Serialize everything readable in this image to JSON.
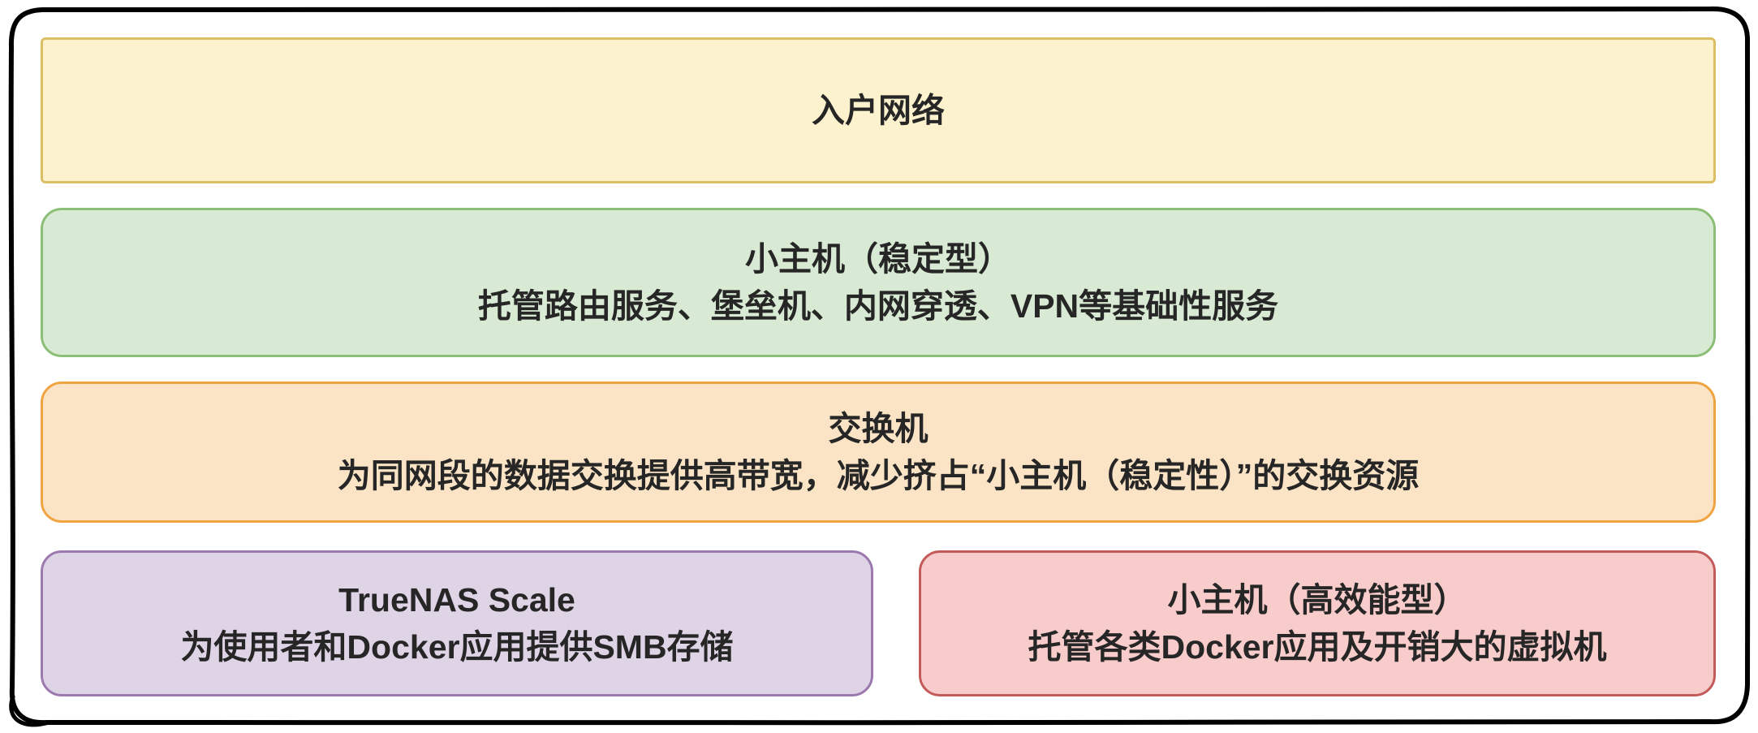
{
  "frame": {
    "stroke": "#000000",
    "background": "#FFFFFF"
  },
  "boxes": [
    {
      "title": "入户网络",
      "fill": "#FCF2CD",
      "border": "#DCBE63"
    },
    {
      "title": "小主机（稳定型）",
      "subtitle": "托管路由服务、堡垒机、内网穿透、VPN等基础性服务",
      "fill": "#D8EAD3",
      "border": "#8CBE77"
    },
    {
      "title": "交换机",
      "subtitle": "为同网段的数据交换提供高带宽，减少挤占“小主机（稳定性）”的交换资源",
      "fill": "#FBE4C6",
      "border": "#F0A441"
    },
    {
      "title": "TrueNAS Scale",
      "subtitle": "为使用者和Docker应用提供SMB存储",
      "fill": "#DFD4E6",
      "border": "#9C79AE"
    },
    {
      "title": "小主机（高效能型）",
      "subtitle": "托管各类Docker应用及开销大的虚拟机",
      "fill": "#F8CCCB",
      "border": "#C45A59"
    }
  ]
}
